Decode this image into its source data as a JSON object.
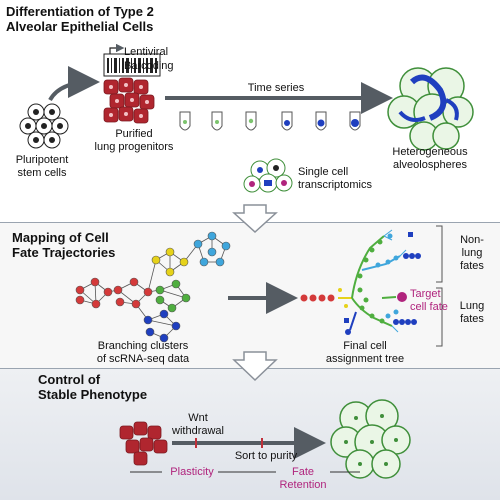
{
  "section1": {
    "title_line1": "Differentiation of Type 2",
    "title_line2": "Alveolar Epithelial Cells",
    "barcoding_line1": "Lentiviral",
    "barcoding_line2": "Barcoding",
    "time_series": "Time series",
    "progenitors_line1": "Purified",
    "progenitors_line2": "lung progenitors",
    "stem_line1": "Pluripotent",
    "stem_line2": "stem cells",
    "hetero_line1": "Heterogeneous",
    "hetero_line2": "alveolospheres",
    "sc_line1": "Single cell",
    "sc_line2": "transcriptomics"
  },
  "section2": {
    "title_line1": "Mapping of Cell",
    "title_line2": "Fate Trajectories",
    "branching_line1": "Branching clusters",
    "branching_line2": "of scRNA-seq data",
    "final_line1": "Final cell",
    "final_line2": "assignment tree",
    "target_line1": "Target",
    "target_line2": "cell fate",
    "nonlung_line1": "Non-",
    "nonlung_line2": "lung",
    "nonlung_line3": "fates",
    "lung_line1": "Lung",
    "lung_line2": "fates"
  },
  "section3": {
    "title_line1": "Control of",
    "title_line2": "Stable Phenotype",
    "wnt_line1": "Wnt",
    "wnt_line2": "withdrawal",
    "sort": "Sort to purity",
    "plasticity": "Plasticity",
    "fate_line1": "Fate",
    "fate_line2": "Retention"
  },
  "colors": {
    "red_cell": "#b0262f",
    "blue": "#1f3fbf",
    "green_cell": "#7cc46e",
    "yellow": "#e6d21a",
    "light_blue": "#3fa6dc",
    "magenta": "#b0247d",
    "gray_arrow": "#555c63"
  }
}
